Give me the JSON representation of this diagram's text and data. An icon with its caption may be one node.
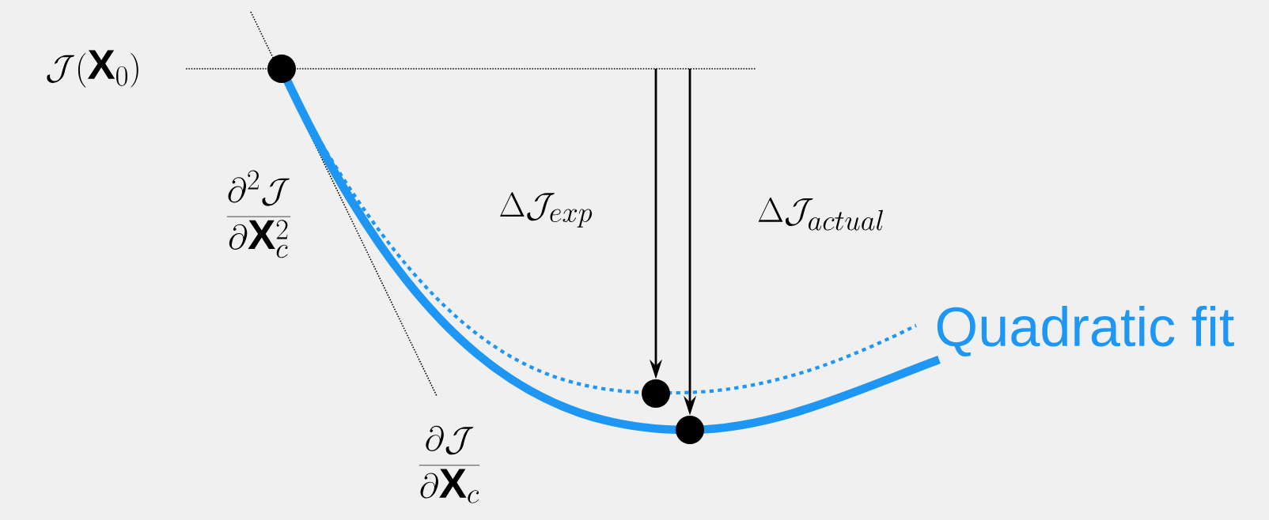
{
  "diagram": {
    "nodes": [
      {
        "text": [],
        "shape": "circle"
      },
      {
        "text": [],
        "shape": "circle"
      },
      {
        "text": [],
        "shape": "circle"
      }
    ],
    "edges": [
      {
        "from": null,
        "to": 1,
        "arrow": "to",
        "label": "\\Delta\\mathcal{J}_{exp}"
      },
      {
        "from": null,
        "to": 2,
        "arrow": "to",
        "label": "\\Delta\\mathcal{J}_{actual}"
      }
    ],
    "labels": [
      "\\mathcal{J}(\\mathbf{X}_0)",
      "\\frac{\\partial^2\\mathcal{J}}{\\partial\\mathbf{X}_c^2}",
      "\\frac{\\partial\\mathcal{J}}{\\partial\\mathbf{X}_c}",
      "Quadratic fit"
    ]
  }
}
